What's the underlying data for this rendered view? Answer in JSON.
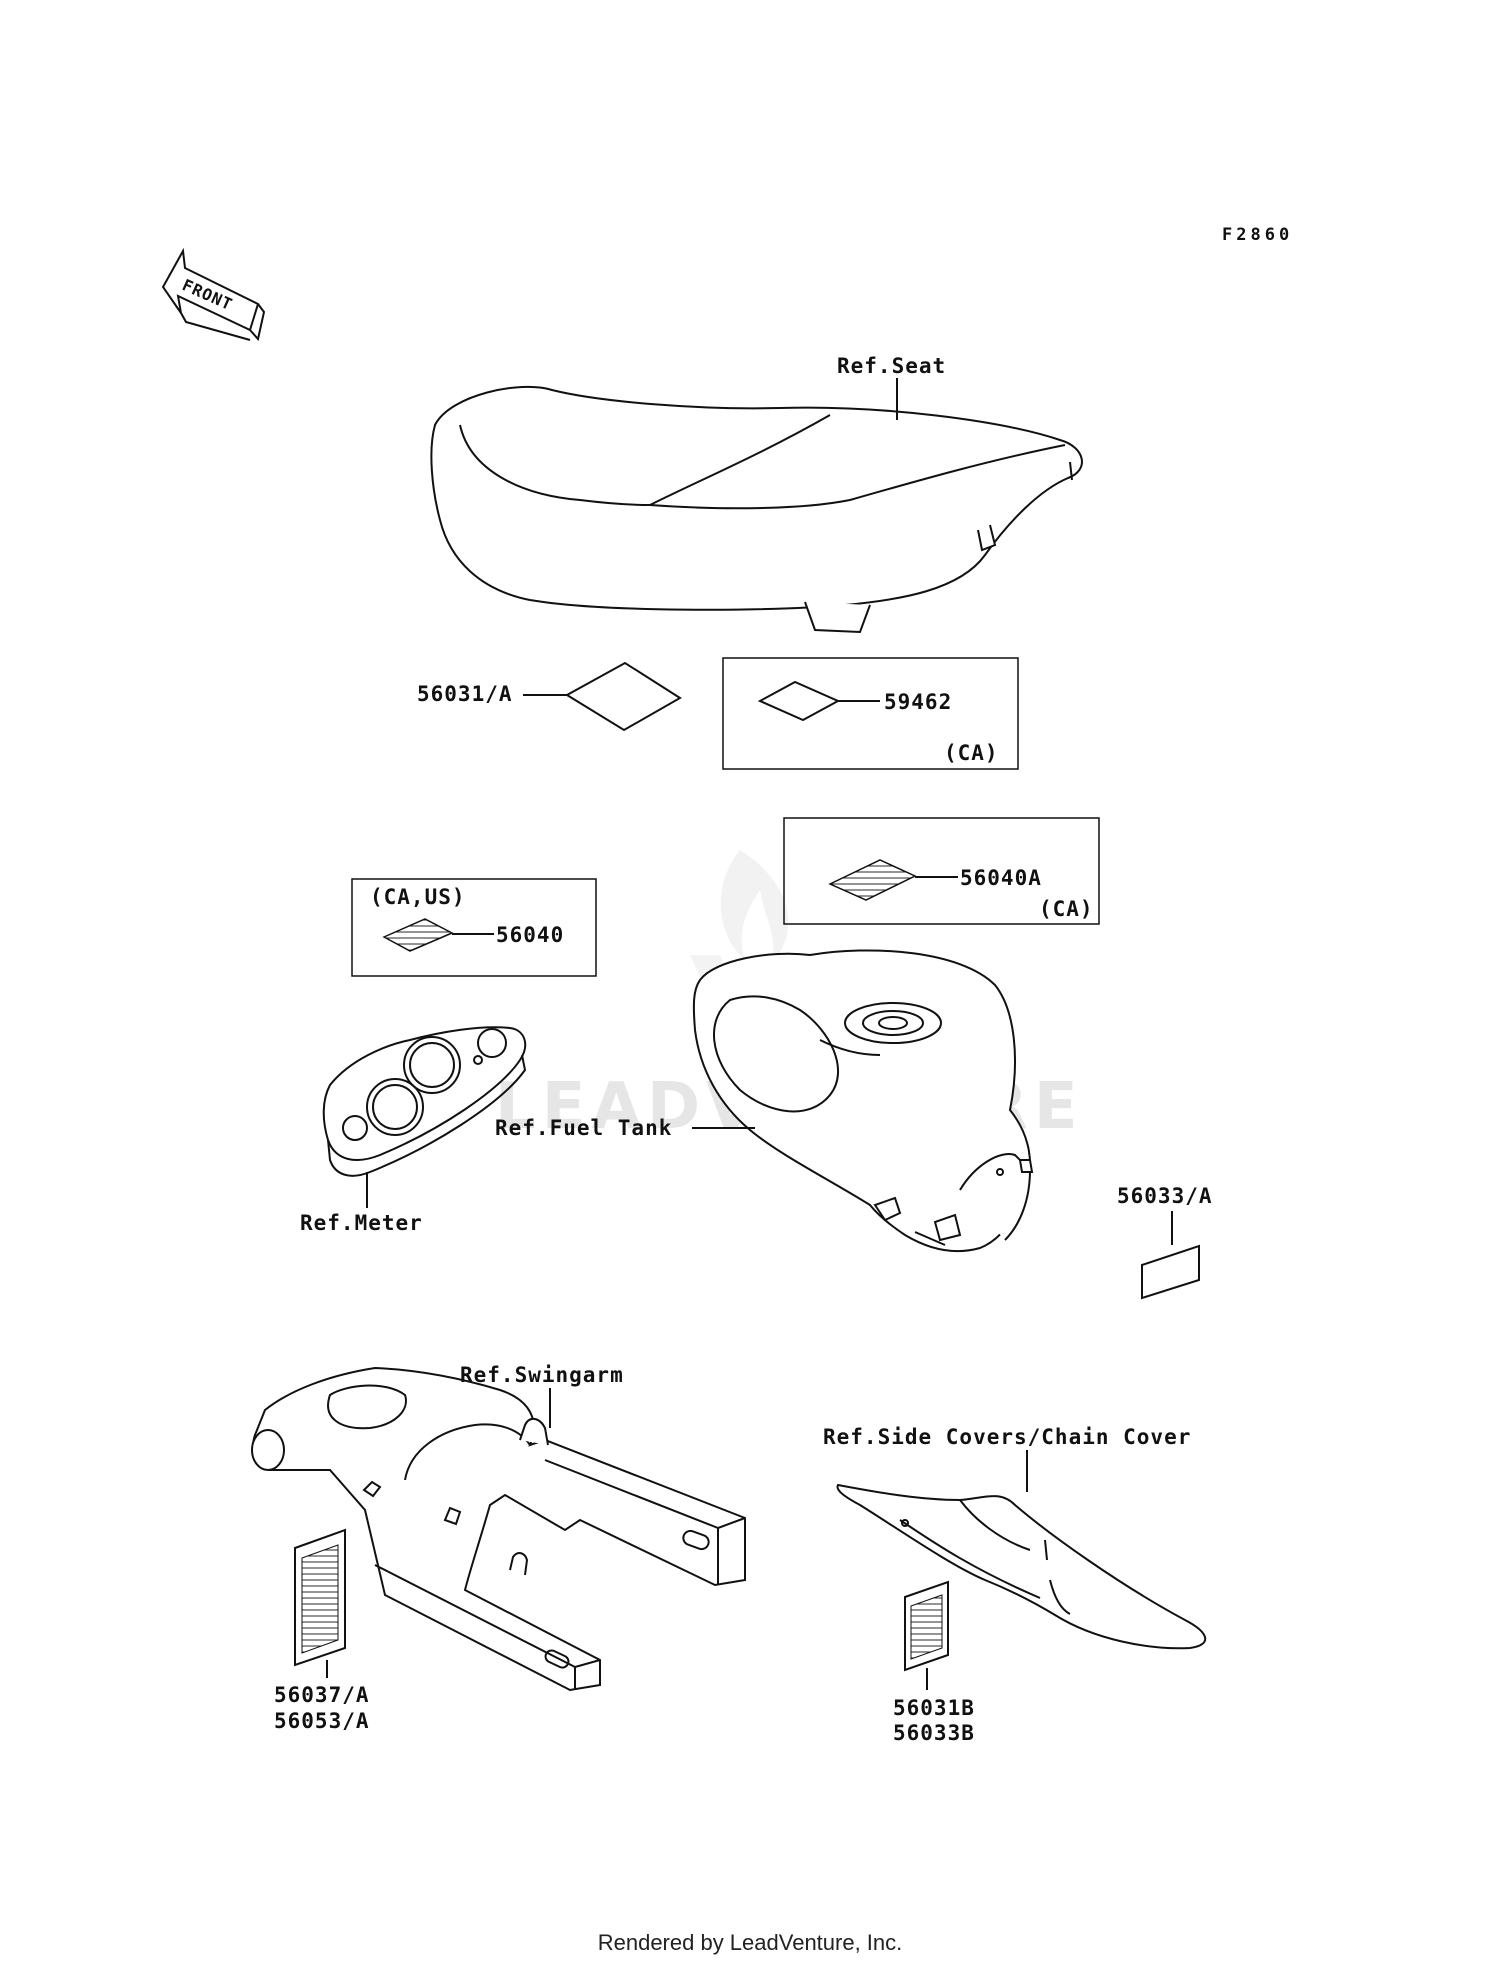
{
  "diagram": {
    "code": "F2860",
    "front_label": "FRONT",
    "watermark": "LEADVENTURE",
    "footer": "Rendered by LeadVenture, Inc.",
    "references": {
      "seat": "Ref.Seat",
      "fuel_tank": "Ref.Fuel Tank",
      "meter": "Ref.Meter",
      "swingarm": "Ref.Swingarm",
      "side_covers": "Ref.Side Covers/Chain Cover"
    },
    "parts": {
      "p56031a": "56031/A",
      "p59462": "59462",
      "p59462_region": "(CA)",
      "p56040_region": "(CA,US)",
      "p56040": "56040",
      "p56040a": "56040A",
      "p56040a_region": "(CA)",
      "p56033a": "56033/A",
      "p56037a": "56037/A",
      "p56053a": "56053/A",
      "p56031b": "56031B",
      "p56033b": "56033B"
    }
  }
}
